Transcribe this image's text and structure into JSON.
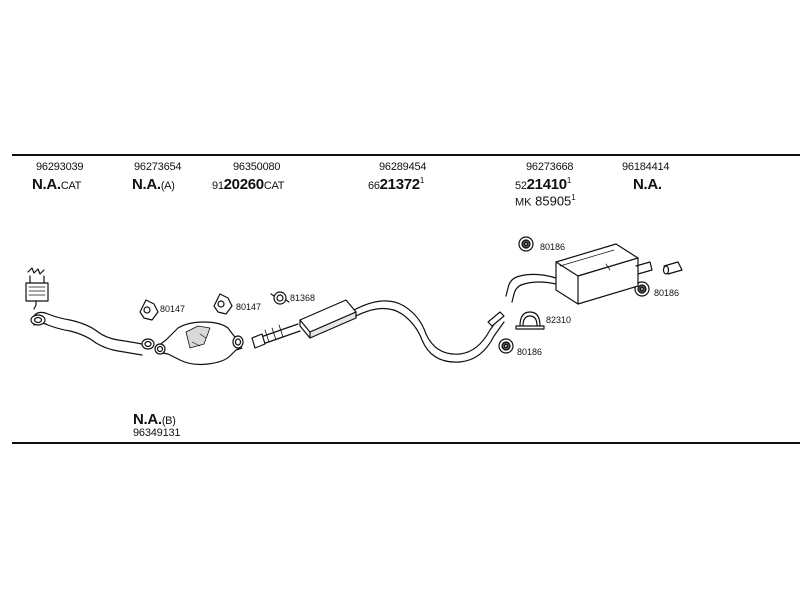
{
  "columns": [
    {
      "part_no": "96293039",
      "main": "N.A.",
      "suffix": "CAT"
    },
    {
      "part_no": "96273654",
      "main": "N.A.",
      "suffix": "(A)"
    },
    {
      "part_no": "96350080",
      "prefix": "91",
      "main": "20260",
      "suffix": "CAT"
    },
    {
      "part_no": "96289454",
      "prefix": "66",
      "main": "21372",
      "sup": "1"
    },
    {
      "part_no": "96273668",
      "prefix": "52",
      "main": "21410",
      "sup": "1",
      "line2_prefix": "MK",
      "line2_main": "85905",
      "line2_sup": "1"
    },
    {
      "part_no": "96184414",
      "main": "N.A."
    }
  ],
  "bottom": {
    "main": "N.A.",
    "suffix": "(B)",
    "part_no": "96349131"
  },
  "callouts": [
    "80147",
    "80147",
    "81368",
    "80186",
    "80186",
    "82310",
    "80186"
  ],
  "icons": [
    "front-pipe-icon",
    "gasket-icon",
    "catalytic-converter-icon",
    "clamp-icon",
    "intermediate-pipe-icon",
    "center-silencer-icon",
    "rubber-mount-icon",
    "rear-silencer-icon",
    "tailpipe-tip-icon",
    "clamp-u-icon"
  ]
}
